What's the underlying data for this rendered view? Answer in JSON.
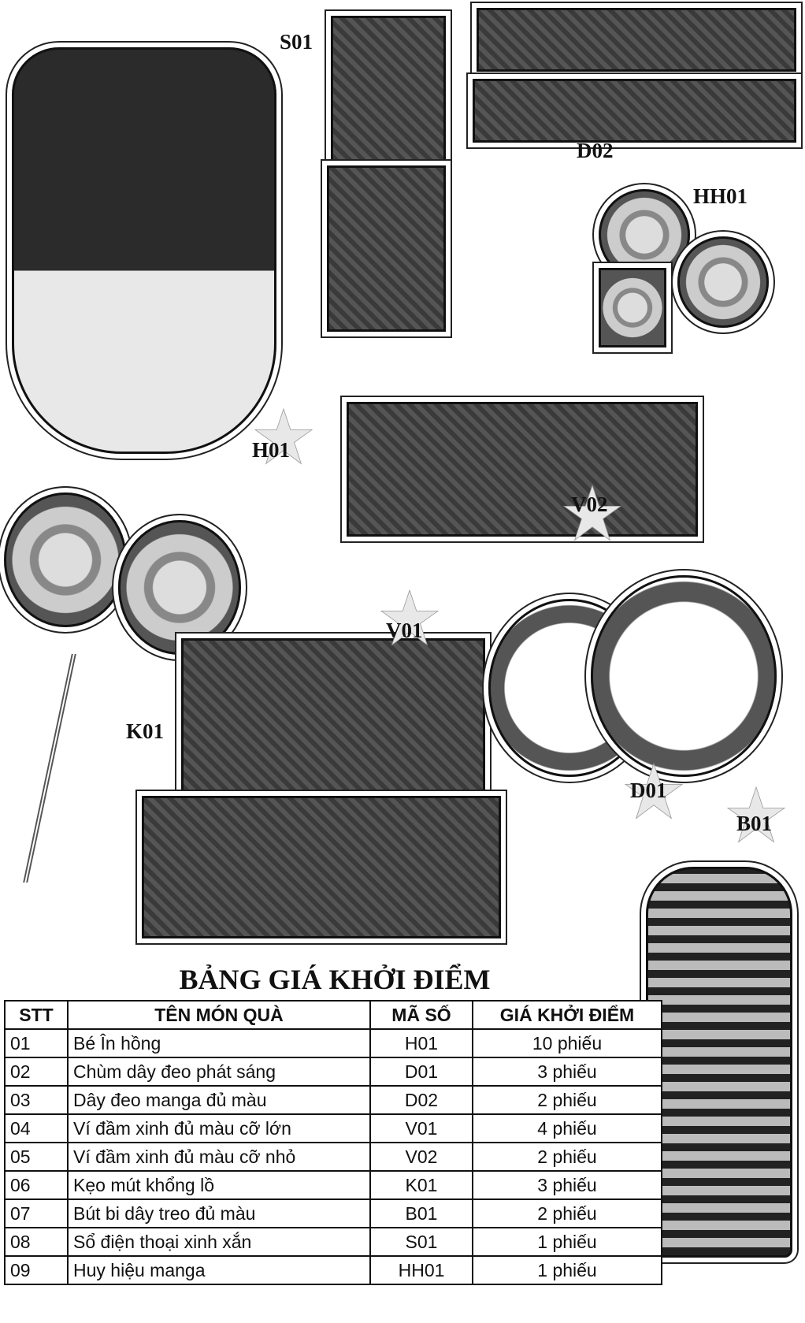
{
  "labels": {
    "s01": "S01",
    "d02": "D02",
    "hh01": "HH01",
    "h01": "H01",
    "v02": "V02",
    "v01": "V01",
    "k01": "K01",
    "d01": "D01",
    "b01": "B01"
  },
  "title": "BẢNG GIÁ KHỞI ĐIỂM",
  "table": {
    "headers": [
      "STT",
      "TÊN MÓN QUÀ",
      "MÃ SỐ",
      "GIÁ KHỞI ĐIỂM"
    ],
    "rows": [
      [
        "01",
        "Bé În hồng",
        "H01",
        "10 phiếu"
      ],
      [
        "02",
        "Chùm dây đeo phát sáng",
        "D01",
        "3 phiếu"
      ],
      [
        "03",
        "Dây đeo manga đủ màu",
        "D02",
        "2 phiếu"
      ],
      [
        "04",
        "Ví đầm xinh đủ màu cỡ lớn",
        "V01",
        "4 phiếu"
      ],
      [
        "05",
        "Ví đầm xinh đủ màu cỡ nhỏ",
        "V02",
        "2 phiếu"
      ],
      [
        "06",
        "Kẹo mút khổng lồ",
        "K01",
        "3 phiếu"
      ],
      [
        "07",
        "Bút bi dây treo đủ màu",
        "B01",
        "2 phiếu"
      ],
      [
        "08",
        "Sổ điện thoại xinh xắn",
        "S01",
        "1 phiếu"
      ],
      [
        "09",
        "Huy hiệu manga",
        "HH01",
        "1 phiếu"
      ]
    ]
  }
}
